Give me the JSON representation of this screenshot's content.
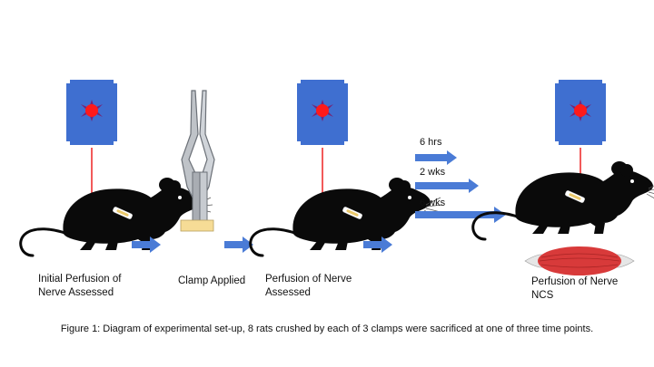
{
  "labels": {
    "step1_line1": "Initial Perfusion of",
    "step1_line2": "Nerve Assessed",
    "step2": "Clamp Applied",
    "step3_line1": "Perfusion of Nerve",
    "step3_line2": "Assessed",
    "step4_line1": "Perfusion of Nerve",
    "step4_line2": "NCS"
  },
  "time_points": [
    "6 hrs",
    "2 wks",
    "6 wks"
  ],
  "caption": "Figure 1: Diagram of experimental set-up, 8 rats crushed by each of 3 clamps were sacrificed at one of three time points.",
  "colors": {
    "device_blue": "#3f6fd0",
    "laser_red": "#ff1a1a",
    "arrow_blue": "#4a7bd6",
    "rat_black": "#0a0a0a",
    "muscle_red": "#d83a3a",
    "nerve_tan": "#f6dc96"
  }
}
